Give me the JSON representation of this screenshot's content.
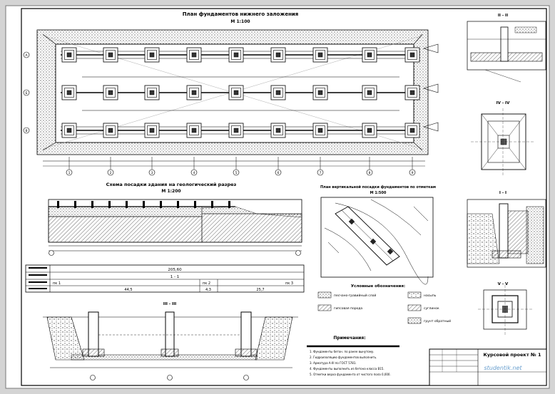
{
  "titles": {
    "plan": "План фундаментов нижнего заложения",
    "plan_scale": "М 1:100",
    "geo": "Схема посадки здания на геологический разрез",
    "geo_scale": "М 1:200",
    "site": "План вертикальной посадки фундаментов по отметкам",
    "site_scale": "М 1:500",
    "legend": "Условные обозначения:",
    "notes": "Примечания:",
    "sec_II": "II - II",
    "sec_III": "III - III",
    "sec_I": "I - I",
    "sec_IV": "IV - IV",
    "sec_V": "V - V",
    "sec_right_top": "II - II",
    "sec_right_mid": "IV - IV"
  },
  "axes": {
    "columns": [
      "1",
      "2",
      "3",
      "4",
      "5",
      "6",
      "7",
      "8",
      "9"
    ],
    "rows": [
      "A",
      "Б",
      "В"
    ]
  },
  "geo_table": {
    "total": "205,60",
    "section": "1 - 1",
    "pk": [
      "пк 1",
      "пк 2",
      "пк 3"
    ],
    "distances": [
      "44,5",
      "4,3",
      "25,7"
    ]
  },
  "legend": {
    "items": [
      "песчано-гравийный слой",
      "гипсовая порода",
      "насыпь",
      "суглинок",
      "грунт обратный"
    ]
  },
  "notes": {
    "lines": [
      "1. Фундаменты бетон. по ранее вынутому.",
      "2. Гидроизоляцию фундаментов выполнить.",
      "3. Арматура А-III по ГОСТ 5781.",
      "4. Фундаменты выполнить из бетона класса В15.",
      "5. Отметки верха фундамента от чистого пола 0,000."
    ]
  },
  "stamp": {
    "title": "Курсовой проект № 1"
  },
  "watermark": "studentik.net"
}
